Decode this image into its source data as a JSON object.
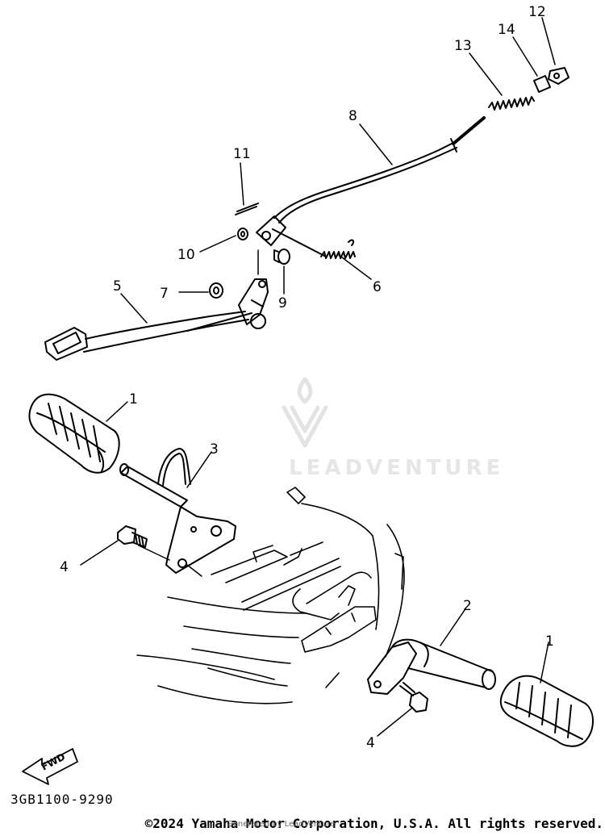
{
  "diagram": {
    "callouts": [
      "12",
      "14",
      "13",
      "8",
      "11",
      "10",
      "9",
      "6",
      "7",
      "5",
      "1",
      "3",
      "4",
      "2",
      "1",
      "4"
    ],
    "watermark": "LEADVENTURE",
    "direction_label": "FWD"
  },
  "footer": {
    "part_code": "3GB1100-9290",
    "copyright": "©2024 Yamaha Motor Corporation, U.S.A. All rights reserved.",
    "overlay_text": "Generated by LeadVenture"
  }
}
